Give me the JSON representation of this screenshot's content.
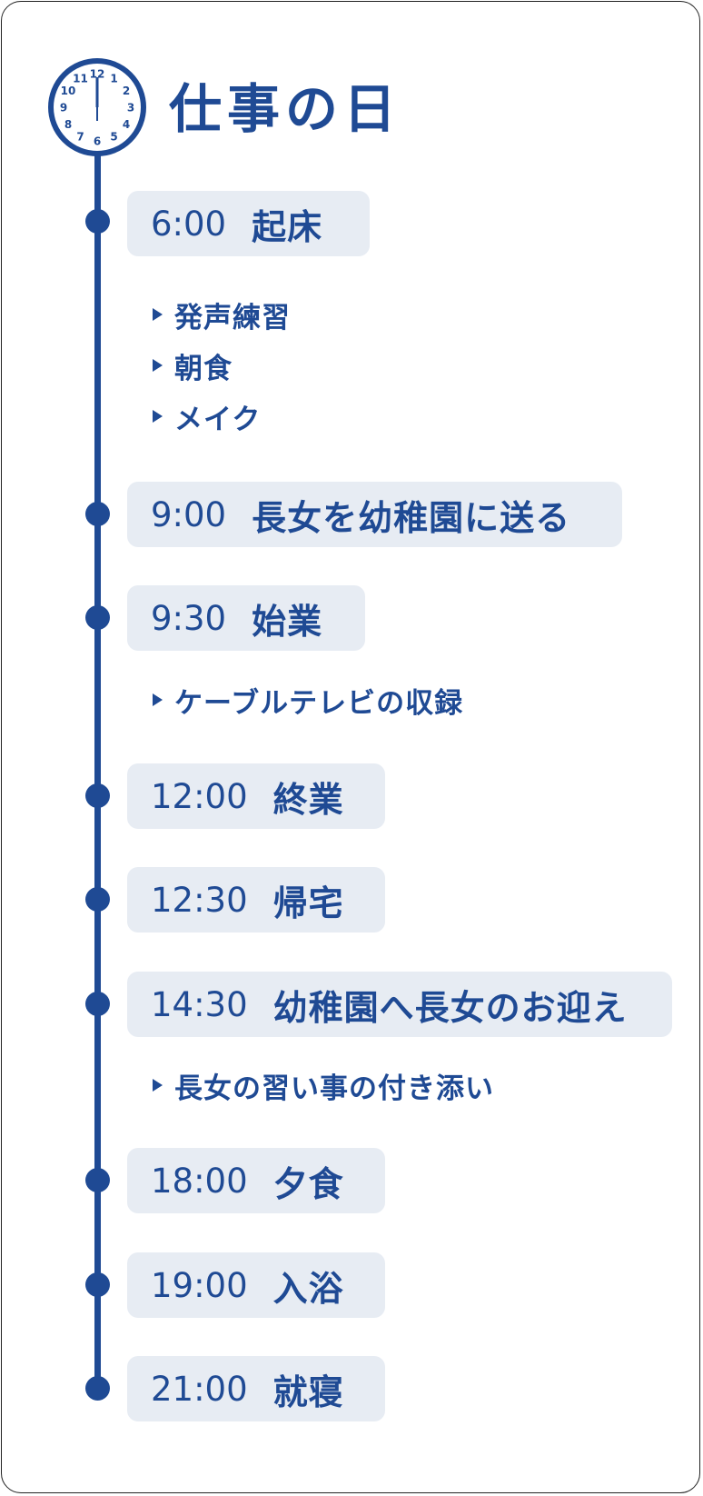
{
  "title": "仕事の日",
  "clock": {
    "numbers": [
      "12",
      "1",
      "2",
      "3",
      "4",
      "5",
      "6",
      "7",
      "8",
      "9",
      "10",
      "11"
    ]
  },
  "schedule": [
    {
      "time": "6:00",
      "label": "起床",
      "subs": [
        "発声練習",
        "朝食",
        "メイク"
      ]
    },
    {
      "time": "9:00",
      "label": "長女を幼稚園に送る",
      "subs": []
    },
    {
      "time": "9:30",
      "label": "始業",
      "subs": [
        "ケーブルテレビの収録"
      ]
    },
    {
      "time": "12:00",
      "label": "終業",
      "subs": []
    },
    {
      "time": "12:30",
      "label": "帰宅",
      "subs": []
    },
    {
      "time": "14:30",
      "label": "幼稚園へ長女のお迎え",
      "subs": [
        "長女の習い事の付き添い"
      ]
    },
    {
      "time": "18:00",
      "label": "夕食",
      "subs": []
    },
    {
      "time": "19:00",
      "label": "入浴",
      "subs": []
    },
    {
      "time": "21:00",
      "label": "就寝",
      "subs": []
    }
  ],
  "colors": {
    "accent": "#1f4a94",
    "pill_bg": "#e7ecf3",
    "border": "#222222"
  }
}
